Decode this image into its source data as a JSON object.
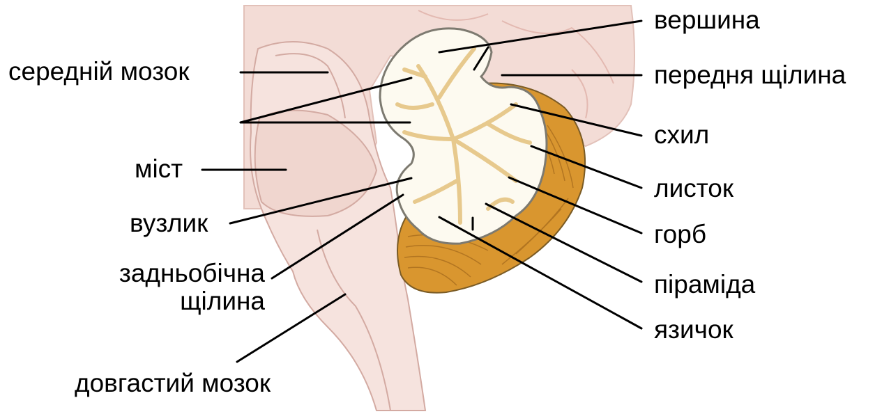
{
  "labels": {
    "midbrain": "середній мозок",
    "pons": "міст",
    "nodule": "вузлик",
    "posterolateral_fissure_1": "задньобічна",
    "posterolateral_fissure_2": "щілина",
    "medulla": "довгастий мозок",
    "culmen": "вершина",
    "primary_fissure": "передня щілина",
    "declive": "схил",
    "folium": "листок",
    "tuber": "горб",
    "pyramid": "піраміда",
    "uvula": "язичок"
  },
  "colors": {
    "background_tissue": "#f3dcd6",
    "brainstem_fill": "#f6e3de",
    "brainstem_outline": "#d3aaa2",
    "white_matter": "#fdfaf0",
    "arbor_vitae": "#e7c98d",
    "cortex_orange": "#d9962f",
    "cortex_outline": "#7a5b25",
    "leader_line": "#000000"
  }
}
